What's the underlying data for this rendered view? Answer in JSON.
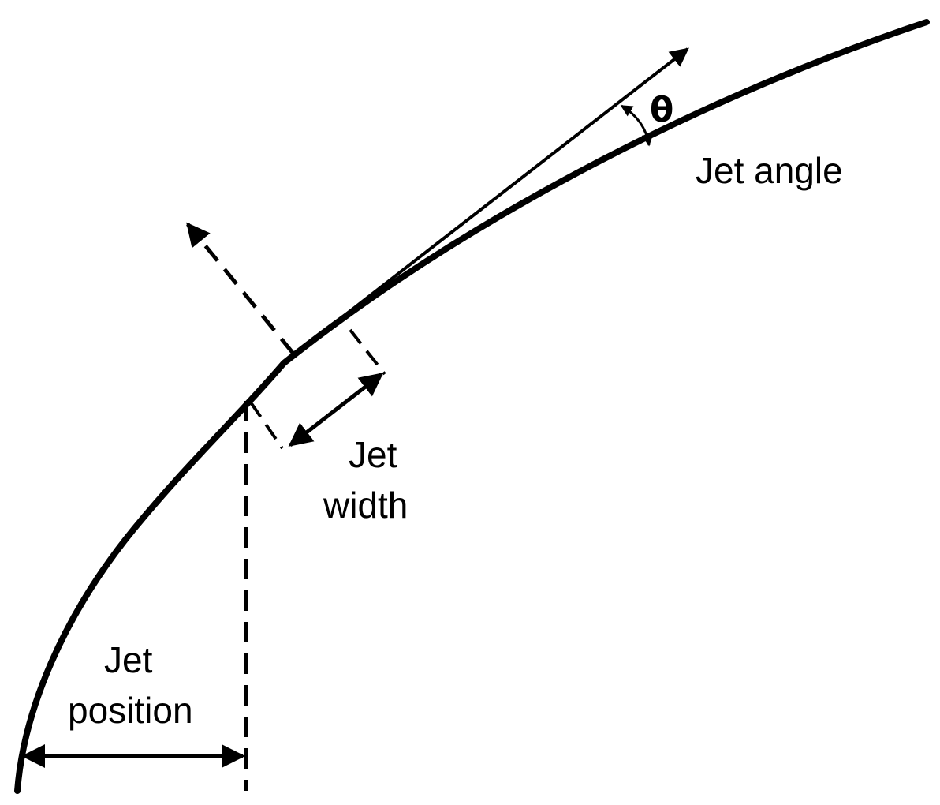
{
  "labels": {
    "theta": "θ",
    "jet_angle": "Jet angle",
    "jet_width_line1": "Jet",
    "jet_width_line2": "width",
    "jet_position_line1": "Jet",
    "jet_position_line2": "position"
  },
  "colors": {
    "ink": "#000000",
    "background": "#ffffff"
  }
}
